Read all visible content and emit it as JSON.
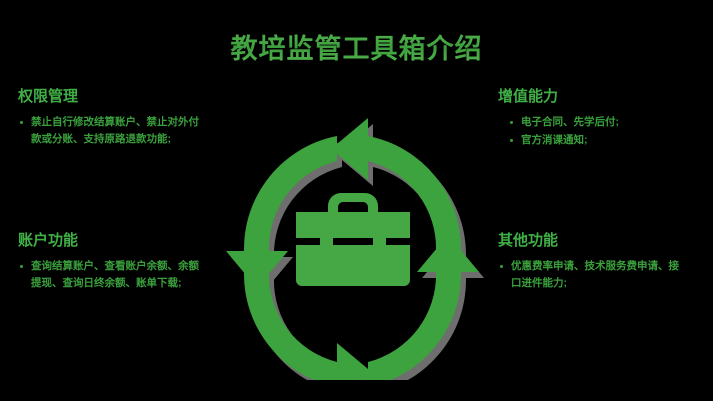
{
  "title": "教培监管工具箱介绍",
  "theme": {
    "background": "#000000",
    "title_green": "#4aad4a",
    "heading_green": "#3faf46",
    "body_green": "#3aa03c",
    "arrow_green": "#3da33e",
    "arrow_shadow": "#6e6e6e",
    "toolbox_green": "#46a845"
  },
  "center": {
    "icon": "toolbox-icon",
    "cycle_icon": "circular-arrows-icon",
    "arrow_count": 4
  },
  "blocks": {
    "top_left": {
      "heading": "权限管理",
      "bullets": [
        "禁止自行修改结算账户、禁止对外付款或分账、支持原路退款功能;"
      ]
    },
    "bottom_left": {
      "heading": "账户功能",
      "bullets": [
        "查询结算账户、查看账户余额、余额提现、查询日终余额、账单下载;"
      ]
    },
    "top_right": {
      "heading": "增值能力",
      "bullets": [
        "电子合同、先学后付;",
        "官方消课通知;"
      ]
    },
    "bottom_right": {
      "heading": "其他功能",
      "bullets": [
        "优惠费率申请、技术服务费申请、接口进件能力;"
      ]
    }
  }
}
